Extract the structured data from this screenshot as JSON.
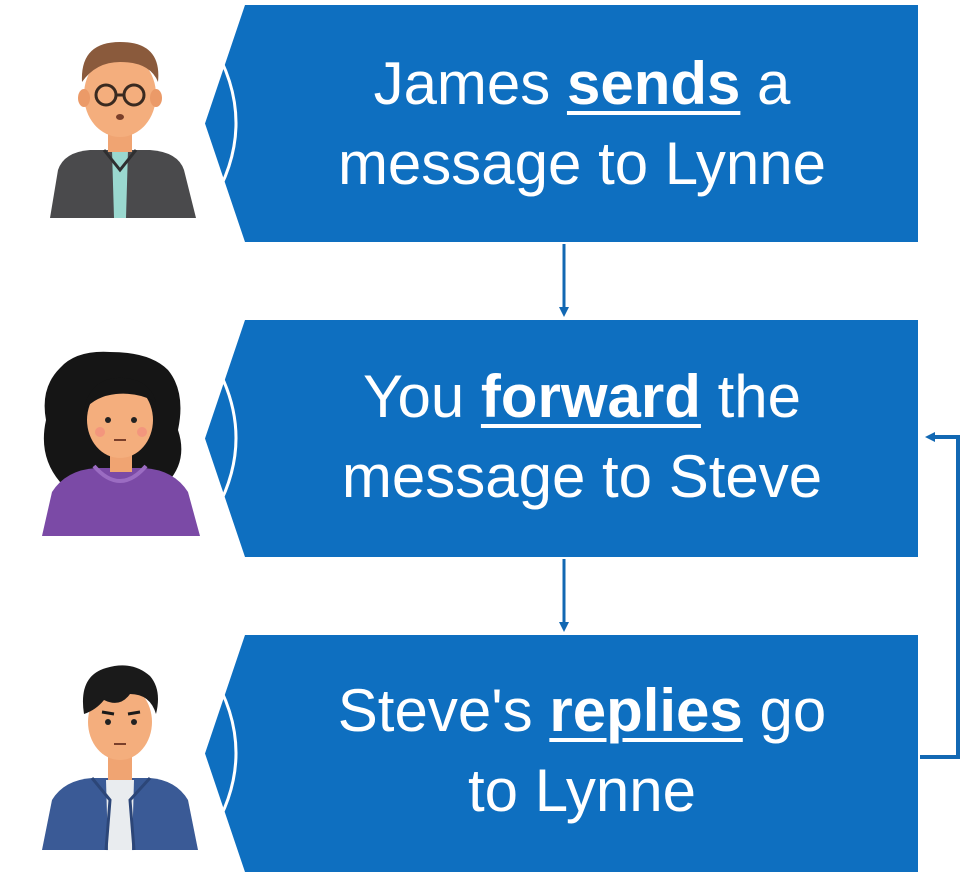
{
  "colors": {
    "box_fill": "#0e6fc0",
    "arrow": "#1268b3",
    "text": "#ffffff",
    "divider": "#ffffff"
  },
  "steps": [
    {
      "person": "James",
      "avatar_icon": "man-with-glasses-icon",
      "line1_before": "James ",
      "verb": "sends",
      "line1_after": " a",
      "line2": "message to Lynne"
    },
    {
      "person": "Lynne",
      "avatar_icon": "woman-curly-hair-icon",
      "line1_before": "You ",
      "verb": "forward",
      "line1_after": " the",
      "line2": "message to Steve"
    },
    {
      "person": "Steve",
      "avatar_icon": "young-man-icon",
      "line1_before": "Steve's ",
      "verb": "replies",
      "line1_after": " go",
      "line2": "to Lynne"
    }
  ],
  "connectors": [
    {
      "from": 1,
      "to": 2,
      "style": "down-arrow"
    },
    {
      "from": 2,
      "to": 3,
      "style": "down-arrow"
    },
    {
      "from": 3,
      "to": 2,
      "style": "loop-back-arrow"
    }
  ]
}
